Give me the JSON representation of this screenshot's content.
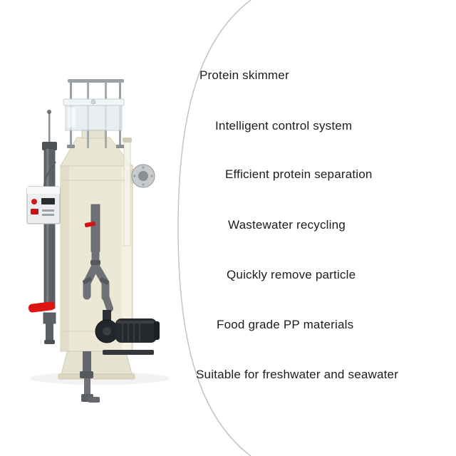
{
  "page": {
    "background_color": "#ffffff"
  },
  "divider": {
    "color": "#c3c3c3"
  },
  "product_image": {
    "name": "protein-skimmer-product-photo",
    "colors": {
      "tank": "#ece8d6",
      "pipes": "#6e7276",
      "valve_red": "#dd1414",
      "pump_body": "#26292d",
      "collection_cup": "#e3ebee",
      "control_box": "#eceef0"
    }
  },
  "features": [
    "Protein skimmer",
    "Intelligent control system",
    "Efficient protein separation",
    "Wastewater recycling",
    "Quickly remove particle",
    "Food grade PP materials",
    "Suitable for freshwater and seawater"
  ]
}
